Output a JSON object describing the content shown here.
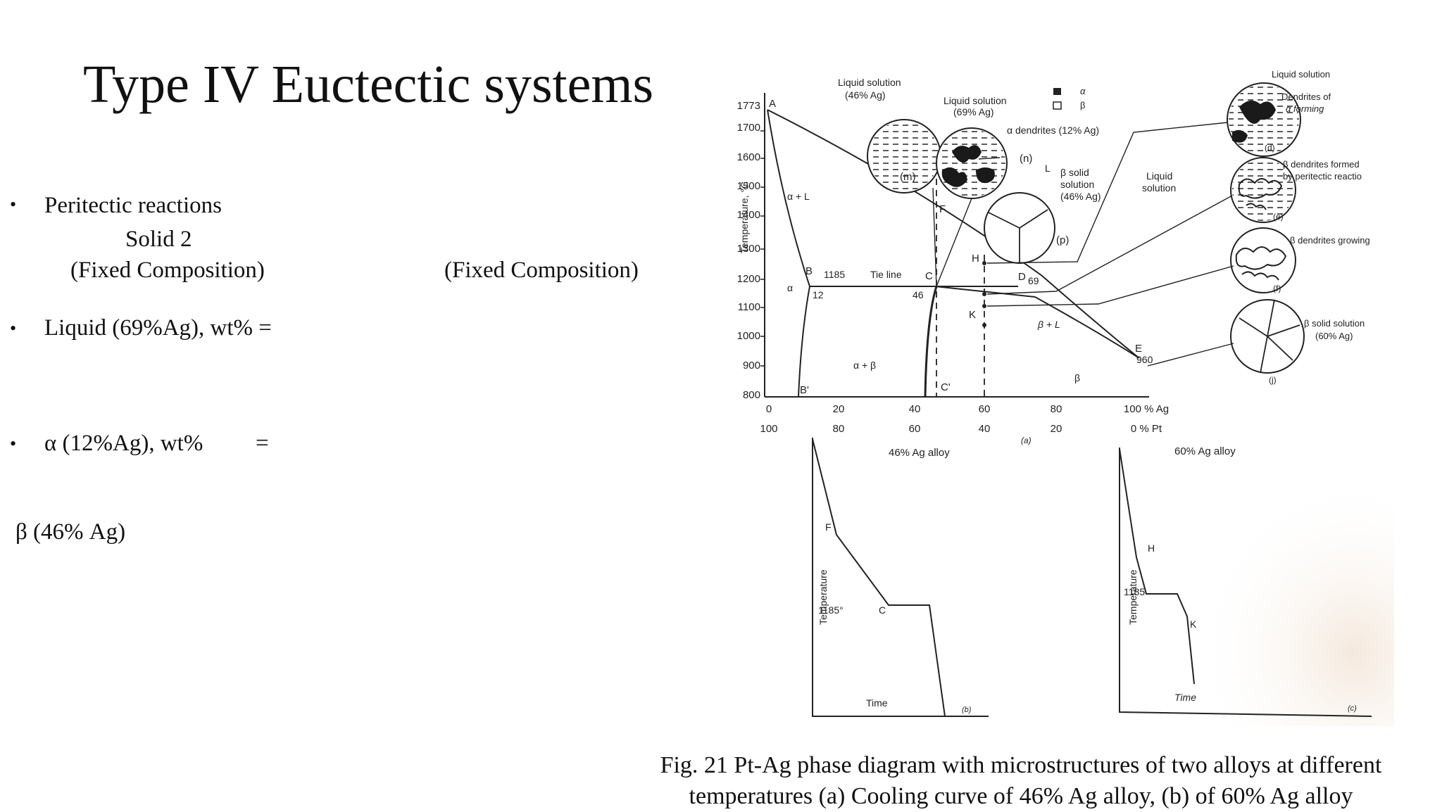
{
  "slide": {
    "title": "Type IV Euctectic systems",
    "bullets": [
      {
        "text": "Peritectic reactions"
      },
      {
        "text": "Liquid (69%Ag), wt% ="
      },
      {
        "text": "α (12%Ag), wt%"
      }
    ],
    "solid2": "Solid 2",
    "fixed_left": "(Fixed Composition)",
    "fixed_right": "(Fixed Composition)",
    "equals": "=",
    "beta_line": "β (46% Ag)",
    "caption_line1": "Fig. 21 Pt-Ag phase diagram with microstructures of  two alloys at different",
    "caption_line2": "temperatures (a) Cooling curve of 46% Ag alloy, (b) of 60% Ag alloy"
  },
  "diagram": {
    "y_axis_label": "Temperature, °C",
    "y_ticks": [
      "1773",
      "1700",
      "1600",
      "1500",
      "1400",
      "1300",
      "1200",
      "1100",
      "1000",
      "900",
      "800"
    ],
    "x_ticks_ag": [
      "0",
      "20",
      "40",
      "60",
      "80",
      "100 % Ag"
    ],
    "x_ticks_pt": [
      "100",
      "80",
      "60",
      "40",
      "20",
      "0  % Pt"
    ],
    "panel_a": "(a)",
    "points": {
      "A": "A",
      "B": "B",
      "B2": "B'",
      "C": "C",
      "C2": "C'",
      "D": "D",
      "E": "E",
      "F": "F",
      "H": "H",
      "K": "K"
    },
    "labels": {
      "t1185": "1185",
      "tie": "Tie line",
      "b12": "12",
      "c46": "46",
      "d69": "69",
      "e960": "960",
      "alpha": "α",
      "alphaL": "α + L",
      "alphabeta": "α + β",
      "betaL": "β + L",
      "beta": "β",
      "L": "L"
    },
    "legend": {
      "alpha": "α",
      "beta": "β"
    },
    "annotations": {
      "liq46_1": "Liquid solution",
      "liq46_2": "(46% Ag)",
      "liq69_1": "Liquid solution",
      "liq69_2": "(69% Ag)",
      "dendrites12": "α dendrites (12% Ag)",
      "bsol_1": "β solid",
      "bsol_2": "solution",
      "bsol_3": "(46% Ag)",
      "m": "(m)",
      "n": "(n)",
      "p": "(p)",
      "liqR_1": "Liquid",
      "liqR_2": "solution",
      "d_top": "Liquid solution",
      "d_1": "Dendrites of",
      "d_2": "α forming",
      "d_tag": "(d)",
      "e_1": "β dendrites formed",
      "e_2": "by peritectic reactio",
      "e_tag": "(e)",
      "f_1": "β dendrites growing",
      "f_tag": "(f)",
      "j_1": "β solid solution",
      "j_2": "(60% Ag)",
      "j_tag": "(j)"
    },
    "curve46": {
      "title": "46% Ag alloy",
      "ylabel": "Temperature",
      "xlabel": "Time",
      "F": "F",
      "C": "C",
      "t": "1185°",
      "tag": "(b)"
    },
    "curve60": {
      "title": "60% Ag alloy",
      "ylabel": "Temperature",
      "xlabel": "Time",
      "H": "H",
      "K": "K",
      "t": "1185",
      "tag": "(c)"
    }
  }
}
